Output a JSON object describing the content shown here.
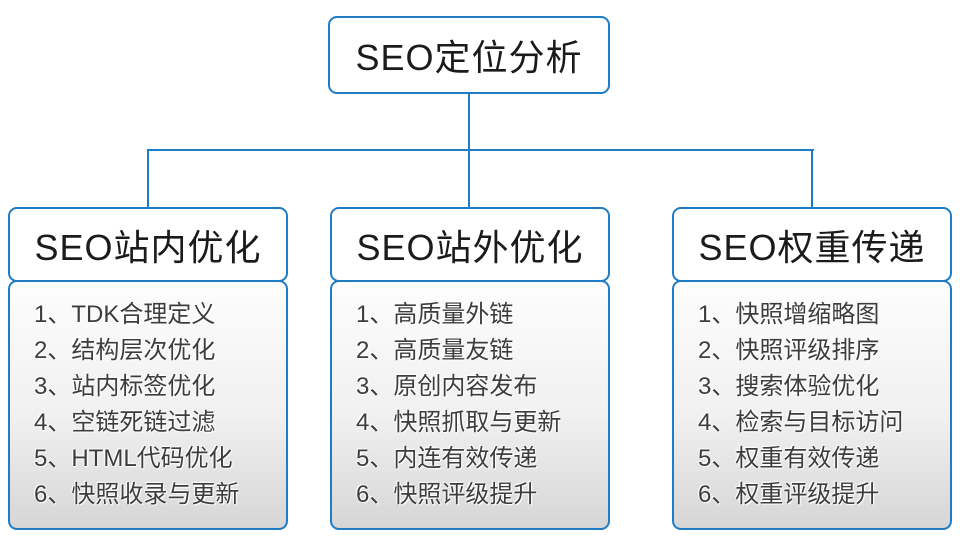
{
  "diagram": {
    "colors": {
      "line": "#1f7dc6",
      "node_border": "#1f7dc6",
      "header_text": "#1b1b1b",
      "item_text": "#3d3d3d",
      "panel_top": "#fdfdfd",
      "panel_bottom": "#d6d6d6"
    },
    "root": {
      "label": "SEO定位分析"
    },
    "branches": [
      {
        "title": "SEO站内优化",
        "items": [
          "1、TDK合理定义",
          "2、结构层次优化",
          "3、站内标签优化",
          "4、空链死链过滤",
          "5、HTML代码优化",
          "6、快照收录与更新"
        ]
      },
      {
        "title": "SEO站外优化",
        "items": [
          "1、高质量外链",
          "2、高质量友链",
          "3、原创内容发布",
          "4、快照抓取与更新",
          "5、内连有效传递",
          "6、快照评级提升"
        ]
      },
      {
        "title": "SEO权重传递",
        "items": [
          "1、快照增缩略图",
          "2、快照评级排序",
          "3、搜索体验优化",
          "4、检索与目标访问",
          "5、权重有效传递",
          "6、权重评级提升"
        ]
      }
    ]
  }
}
